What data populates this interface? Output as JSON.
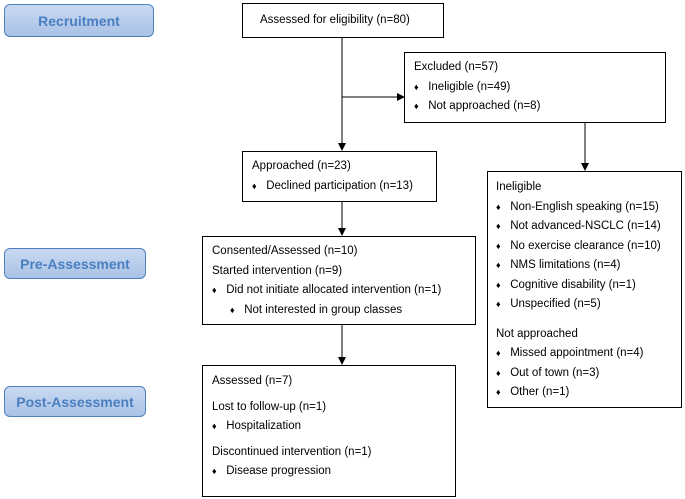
{
  "phases": {
    "recruitment": "Recruitment",
    "pre_assessment": "Pre-Assessment",
    "post_assessment": "Post-Assessment"
  },
  "bullet_glyph": "♦",
  "eligibility": {
    "title": "Assessed for eligibility (n=80)"
  },
  "excluded": {
    "title": "Excluded (n=57)",
    "items": [
      "Ineligible (n=49)",
      "Not approached (n=8)"
    ]
  },
  "approached": {
    "title": "Approached (n=23)",
    "items": [
      "Declined participation (n=13)"
    ]
  },
  "consented": {
    "title": "Consented/Assessed (n=10)",
    "subtitle": "Started intervention (n=9)",
    "item": "Did not initiate allocated intervention (n=1)",
    "subitem": "Not interested in group classes"
  },
  "assessed": {
    "title": "Assessed (n=7)",
    "lost_title": "Lost to follow-up (n=1)",
    "lost_item": "Hospitalization",
    "discontinued_title": "Discontinued intervention (n=1)",
    "discontinued_item": "Disease progression"
  },
  "ineligible": {
    "title": "Ineligible",
    "items": [
      "Non-English speaking (n=15)",
      "Not advanced-NSCLC (n=14)",
      "No exercise clearance (n=10)",
      "NMS limitations (n=4)",
      "Cognitive disability (n=1)",
      "Unspecified (n=5)"
    ],
    "not_approached_title": "Not approached",
    "not_approached_items": [
      "Missed appointment (n=4)",
      "Out of town (n=3)",
      "Other (n=1)"
    ]
  },
  "colors": {
    "phase_text": "#4a7fc1",
    "phase_fill": "#b8cdec",
    "phase_border": "#4f81bd",
    "line": "#000000"
  }
}
